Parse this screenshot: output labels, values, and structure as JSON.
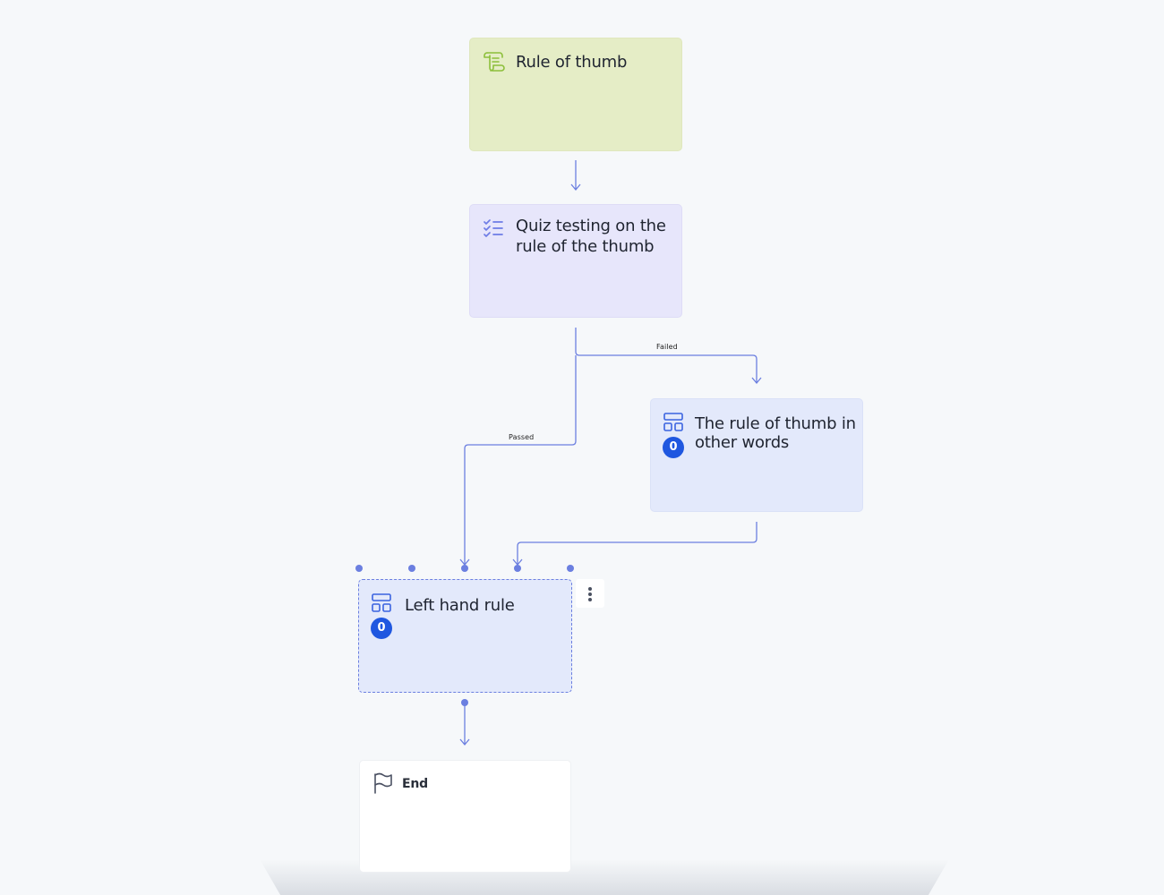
{
  "flow": {
    "nodes": {
      "rule_of_thumb": {
        "title": "Rule of thumb",
        "icon": "scroll-icon"
      },
      "quiz": {
        "title": "Quiz testing on the rule of the thumb",
        "icon": "checklist-icon"
      },
      "other_words": {
        "title": "The rule of thumb in other words",
        "icon": "layout-icon",
        "count": "0"
      },
      "left_hand_rule": {
        "title": "Left hand rule",
        "icon": "layout-icon",
        "count": "0"
      },
      "end": {
        "title": "End",
        "icon": "flag-icon"
      }
    },
    "edges": {
      "failed_label": "Failed",
      "passed_label": "Passed"
    }
  },
  "colors": {
    "background": "#f6f8fa",
    "start_node": "#e5edc6",
    "quiz_node": "#e7e6fb",
    "content_node": "#e3e9fb",
    "end_node": "#ffffff",
    "connector": "#6b7fe0",
    "badge": "#1f57e0"
  }
}
